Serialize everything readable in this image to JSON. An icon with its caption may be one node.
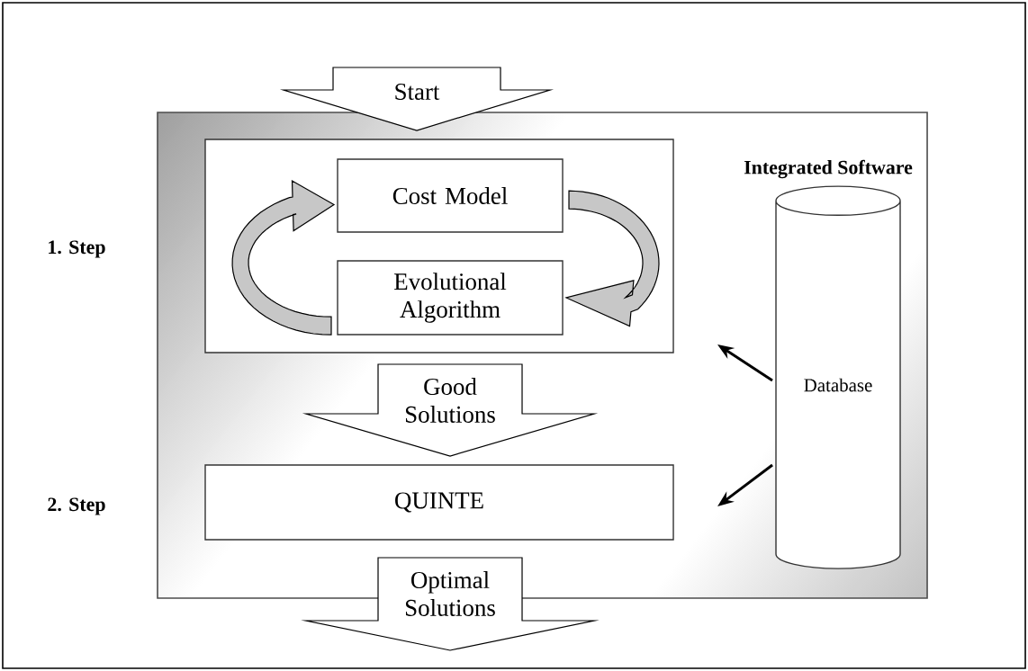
{
  "diagram": {
    "nodes": [
      {
        "text": [
          "Integrated Software"
        ]
      },
      {
        "text": [],
        "shape": "box",
        "in": 0
      },
      {
        "text": [
          "Cost Model"
        ],
        "in": 1
      },
      {
        "text": [
          "Evolutional Algorithm"
        ],
        "in": 1
      },
      {
        "text": [
          "Database"
        ],
        "in": 0
      },
      {
        "text": [
          "QUINTE"
        ],
        "in": 0
      }
    ],
    "edges": [
      {
        "from": null,
        "to": 1,
        "arrow": "to",
        "label": "Start",
        "style": "thick"
      },
      {
        "from": 2,
        "to": 3,
        "arrow": "to",
        "style": "thick"
      },
      {
        "from": 3,
        "to": 2,
        "arrow": "to",
        "style": "thick"
      },
      {
        "from": 1,
        "to": 5,
        "arrow": "to",
        "label": "Good Solutions",
        "style": "thick"
      },
      {
        "from": 5,
        "to": null,
        "arrow": "to",
        "label": "Optimal Solutions",
        "style": "thick"
      },
      {
        "from": 4,
        "to": 1,
        "arrow": "to"
      },
      {
        "from": 4,
        "to": 5,
        "arrow": "to"
      }
    ],
    "labels": [
      "1. Step",
      "2. Step"
    ]
  }
}
